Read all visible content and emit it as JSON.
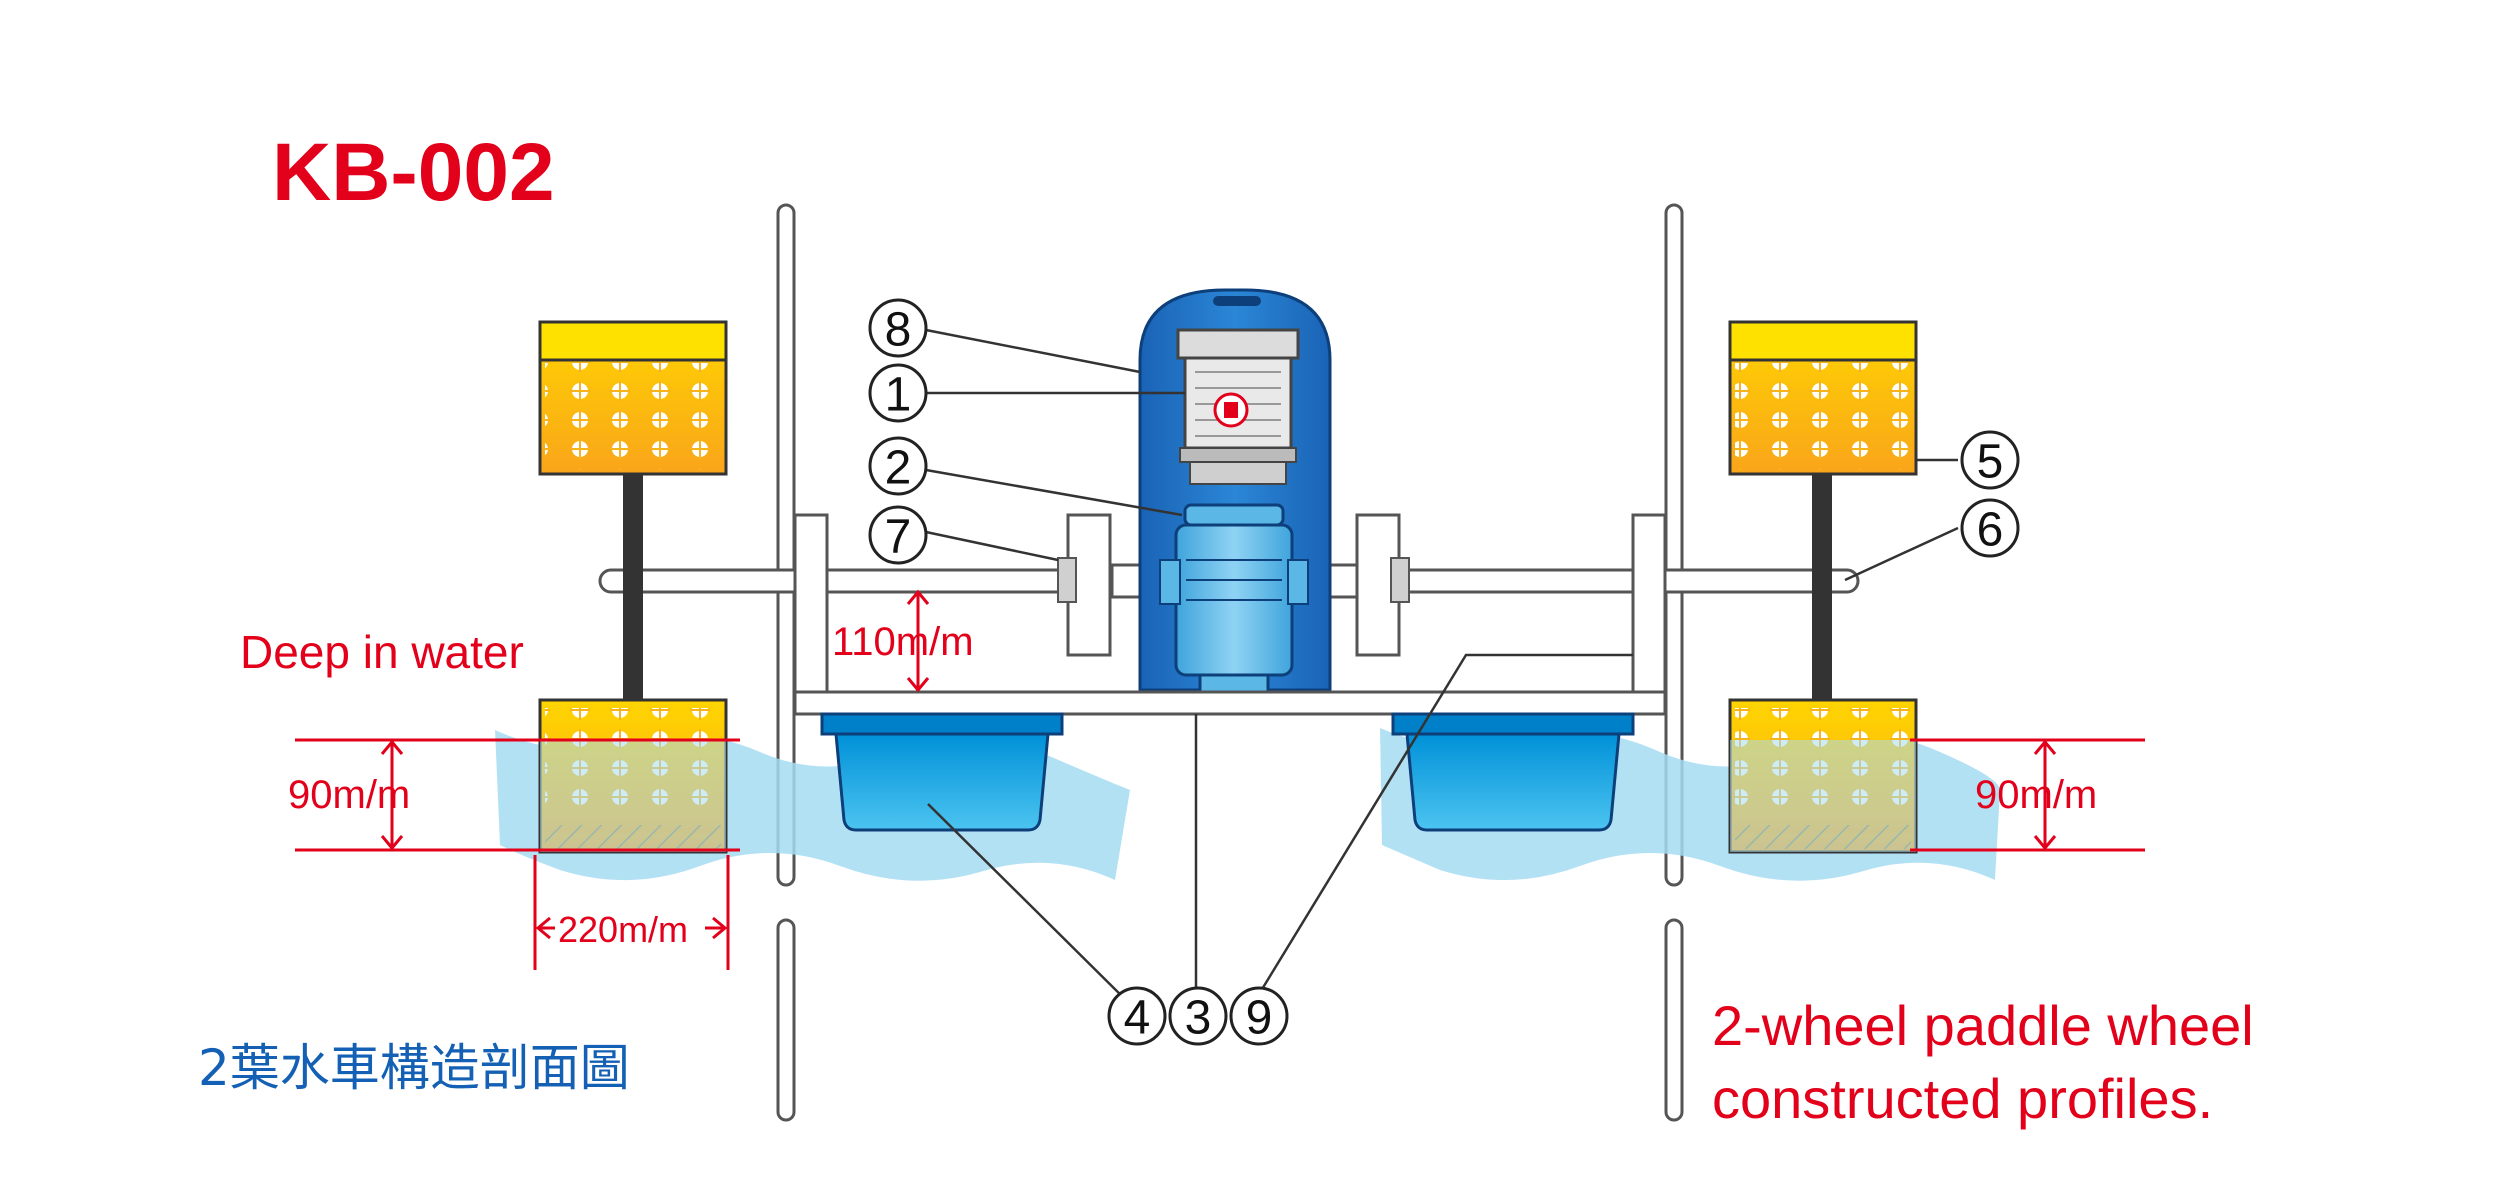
{
  "title": "KB-002",
  "labels": {
    "deep_in_water": "Deep in water",
    "dim_110": "110m/m",
    "dim_90_left": "90m/m",
    "dim_90_right": "90m/m",
    "dim_220": "220m/m",
    "caption_cn": "2葉水車構造剖面圖",
    "caption_en_line1": "2-wheel paddle wheel",
    "caption_en_line2": "constructed profiles."
  },
  "callouts": [
    "1",
    "2",
    "3",
    "4",
    "5",
    "6",
    "7",
    "8",
    "9"
  ],
  "colors": {
    "accent_red": "#e2001a",
    "caption_blue": "#1460b4",
    "motor_blue": "#1e6fc0",
    "water": "#a6dcf2",
    "paddle_yellow": "#ffd500",
    "paddle_orange": "#f9a51a",
    "pontoon_blue": "#00a8e8"
  }
}
